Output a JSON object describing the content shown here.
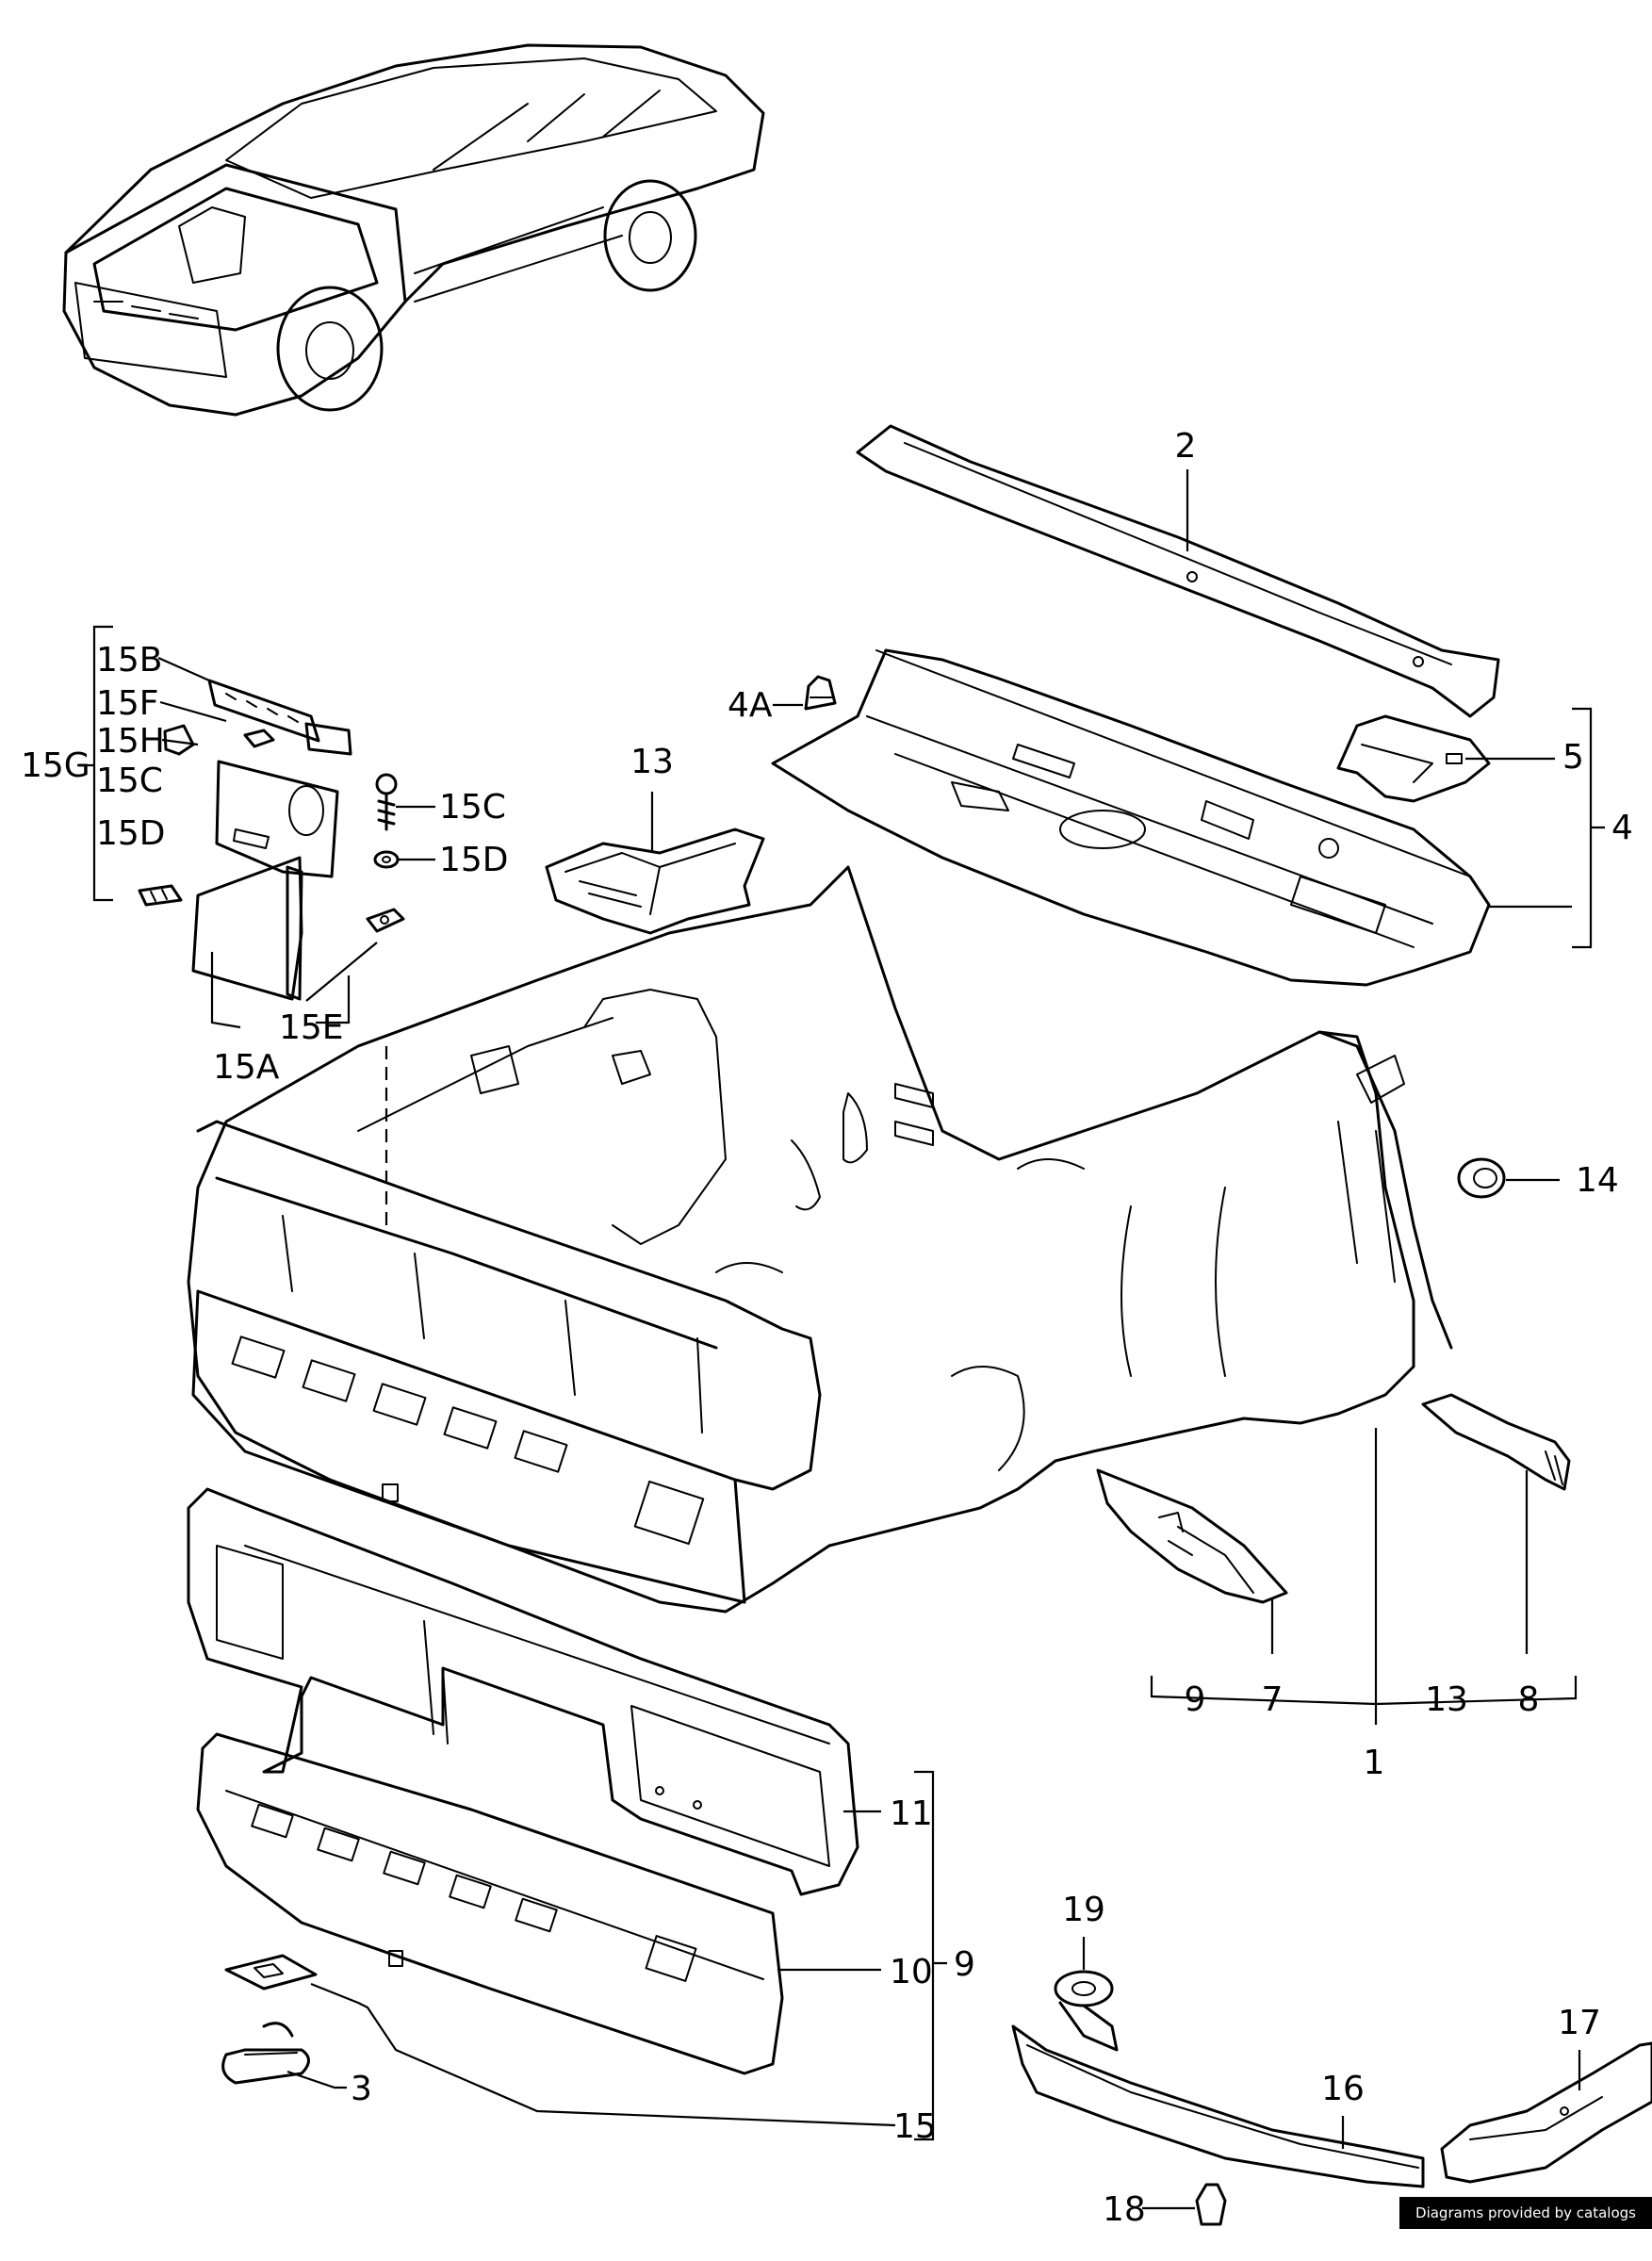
{
  "callouts": {
    "c2": "2",
    "c4a": "4A",
    "c5": "5",
    "c4": "4",
    "c13top": "13",
    "c14": "14",
    "c15b": "15B",
    "c15f": "15F",
    "c15h": "15H",
    "c15g": "15G",
    "c15c_left": "15C",
    "c15d_left": "15D",
    "c15c": "15C",
    "c15d": "15D",
    "c15e": "15E",
    "c15a": "15A",
    "c9group": "9",
    "c7": "7",
    "c13group": "13",
    "c8": "8",
    "c1": "1",
    "c11": "11",
    "c10": "10",
    "c9": "9",
    "c3": "3",
    "c15": "15",
    "c19": "19",
    "c16": "16",
    "c17": "17",
    "c18": "18"
  },
  "footer": {
    "credit": "Diagrams provided by catalogs parts"
  }
}
